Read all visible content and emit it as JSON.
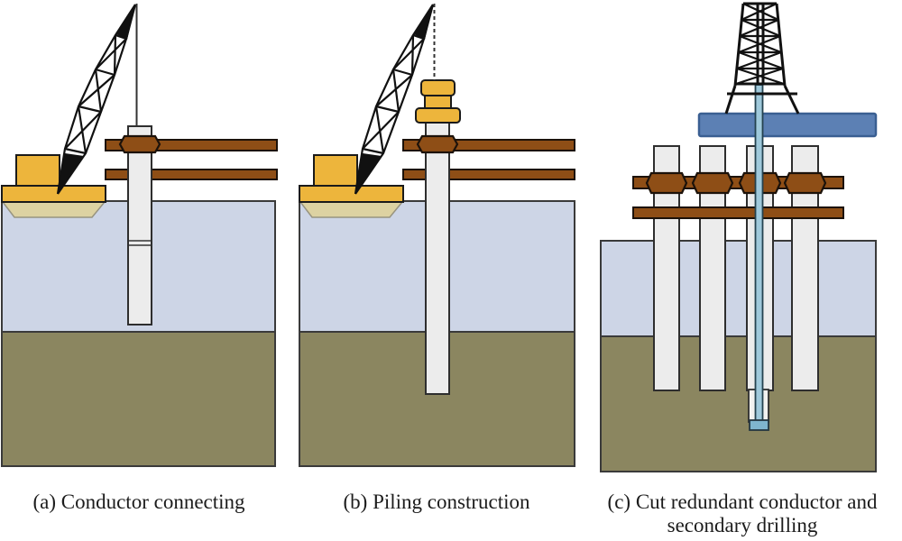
{
  "figure_captions": {
    "a": "(a) Conductor connecting",
    "b": "(b) Piling construction",
    "c_line1": "(c) Cut redundant conductor and",
    "c_line2": "secondary drilling"
  },
  "panels": [
    {
      "id": "a",
      "caption": "(a) Conductor connecting",
      "components": [
        "crane-barge",
        "crane-boom",
        "lifting-cable",
        "conductor-pipe",
        "guide-frame-bars",
        "water",
        "seabed"
      ]
    },
    {
      "id": "b",
      "caption": "(b) Piling construction",
      "components": [
        "crane-barge",
        "crane-boom",
        "lifting-cable",
        "piling-hammer",
        "pile",
        "guide-frame-bars",
        "water",
        "seabed"
      ]
    },
    {
      "id": "c",
      "caption": "(c) Cut redundant conductor and secondary drilling",
      "components": [
        "drilling-derrick",
        "deck-platform",
        "cut-conductor-piles",
        "guide-frame-bars",
        "drill-string",
        "drill-bit",
        "water",
        "seabed"
      ]
    }
  ],
  "colors": {
    "water": "#CDD5E6",
    "seabed": "#8B8660",
    "pile": "#ECECEC",
    "guide_bar": "#8E4E16",
    "barge_yellow": "#EDB53C",
    "hull_tan": "#DDD2A2",
    "platform_blue": "#5C80B4",
    "drill_pipe": "#9FC9DB",
    "drill_bit": "#7FB5CE"
  }
}
